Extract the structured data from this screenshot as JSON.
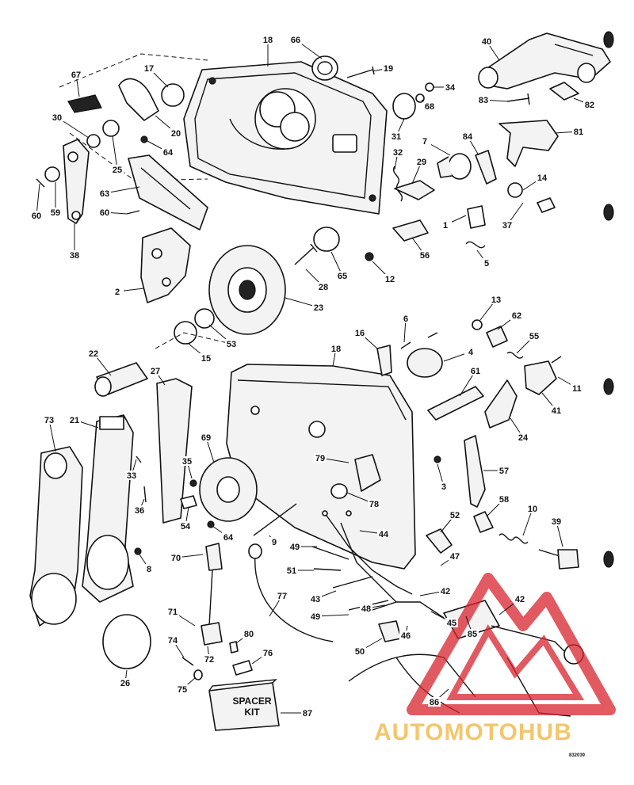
{
  "diagram": {
    "spacer_kit": {
      "line1": "SPACER",
      "line2": "KIT"
    },
    "footer_code": "832039",
    "watermark": {
      "text": "AUTOMOTOHUB",
      "red": "#d9232d",
      "gold": "#f0b43c"
    },
    "callouts": [
      {
        "n": "18"
      },
      {
        "n": "66"
      },
      {
        "n": "19"
      },
      {
        "n": "40"
      },
      {
        "n": "67"
      },
      {
        "n": "17"
      },
      {
        "n": "34"
      },
      {
        "n": "68"
      },
      {
        "n": "83"
      },
      {
        "n": "82"
      },
      {
        "n": "30"
      },
      {
        "n": "20"
      },
      {
        "n": "31"
      },
      {
        "n": "81"
      },
      {
        "n": "64"
      },
      {
        "n": "25"
      },
      {
        "n": "7"
      },
      {
        "n": "84"
      },
      {
        "n": "32"
      },
      {
        "n": "29"
      },
      {
        "n": "14"
      },
      {
        "n": "63"
      },
      {
        "n": "60"
      },
      {
        "n": "59"
      },
      {
        "n": "60"
      },
      {
        "n": "37"
      },
      {
        "n": "1"
      },
      {
        "n": "38"
      },
      {
        "n": "56"
      },
      {
        "n": "5"
      },
      {
        "n": "12"
      },
      {
        "n": "28"
      },
      {
        "n": "65"
      },
      {
        "n": "2"
      },
      {
        "n": "23"
      },
      {
        "n": "13"
      },
      {
        "n": "62"
      },
      {
        "n": "6"
      },
      {
        "n": "55"
      },
      {
        "n": "53"
      },
      {
        "n": "15"
      },
      {
        "n": "16"
      },
      {
        "n": "4"
      },
      {
        "n": "18"
      },
      {
        "n": "22"
      },
      {
        "n": "11"
      },
      {
        "n": "27"
      },
      {
        "n": "61"
      },
      {
        "n": "41"
      },
      {
        "n": "73"
      },
      {
        "n": "21"
      },
      {
        "n": "24"
      },
      {
        "n": "69"
      },
      {
        "n": "79"
      },
      {
        "n": "57"
      },
      {
        "n": "35"
      },
      {
        "n": "33"
      },
      {
        "n": "3"
      },
      {
        "n": "36"
      },
      {
        "n": "78"
      },
      {
        "n": "58"
      },
      {
        "n": "10"
      },
      {
        "n": "54"
      },
      {
        "n": "64"
      },
      {
        "n": "52"
      },
      {
        "n": "39"
      },
      {
        "n": "9"
      },
      {
        "n": "49"
      },
      {
        "n": "44"
      },
      {
        "n": "70"
      },
      {
        "n": "8"
      },
      {
        "n": "47"
      },
      {
        "n": "51"
      },
      {
        "n": "77"
      },
      {
        "n": "42"
      },
      {
        "n": "43"
      },
      {
        "n": "42"
      },
      {
        "n": "48"
      },
      {
        "n": "71"
      },
      {
        "n": "49"
      },
      {
        "n": "46"
      },
      {
        "n": "45"
      },
      {
        "n": "85"
      },
      {
        "n": "80"
      },
      {
        "n": "74"
      },
      {
        "n": "72"
      },
      {
        "n": "76"
      },
      {
        "n": "50"
      },
      {
        "n": "26"
      },
      {
        "n": "75"
      },
      {
        "n": "86"
      },
      {
        "n": "87"
      }
    ]
  }
}
